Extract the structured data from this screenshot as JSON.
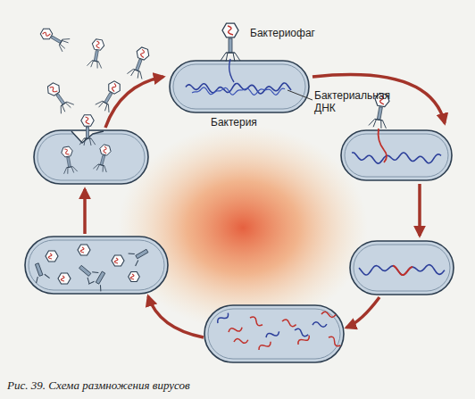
{
  "diagram": {
    "caption": "Рис. 39. Схема размножения вирусов",
    "labels": [
      "Бактериофаг",
      "Бактериальная ДНК",
      "Бактерия"
    ]
  }
}
